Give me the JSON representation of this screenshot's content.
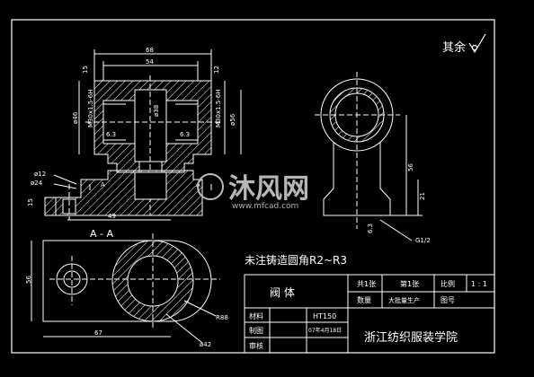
{
  "corner_note": {
    "text": "其余"
  },
  "front_view": {
    "dims": {
      "overall_width": "68",
      "inner_width": "54",
      "left_flange": "15",
      "right_flange": "12",
      "dia_left": "ø46",
      "thread_left": "M30x1.5-6H",
      "dia_center": "ø38",
      "dia_right": "ø56",
      "thread_right": "M30x1.5-6H",
      "rough_left": "6.3",
      "rough_right": "6.3",
      "hole_dia": "ø12",
      "counterbore": "ø24",
      "base_height": "15",
      "base_length": "49",
      "label_a_left": "A",
      "label_a_right": "A"
    }
  },
  "side_view": {
    "dims": {
      "height": "56",
      "base_h": "21",
      "rough_bottom": "6.3",
      "thread_note": "G1/2"
    }
  },
  "section_view": {
    "title": "A - A",
    "dims": {
      "depth": "56",
      "length": "67",
      "radius_out": "R88",
      "dia_out": "ø42"
    }
  },
  "note": {
    "text": "未注铸造圆角R2~R3"
  },
  "title_block": {
    "part_name": "阀 体",
    "total_sheets": "共1张",
    "sheet_no": "第1张",
    "scale_label": "比例",
    "scale_value": "1 : 1",
    "qty_label": "数量",
    "qty_value": "大批量生产",
    "drawing_no_label": "图号",
    "material_label": "材料",
    "material_value": "HT150",
    "drawer_label": "制图",
    "date": "07年4月18日",
    "reviewer_label": "审核",
    "school": "浙江纺织服装学院"
  },
  "watermark": {
    "text": "沐风网",
    "url": "www.mfcad.com"
  }
}
